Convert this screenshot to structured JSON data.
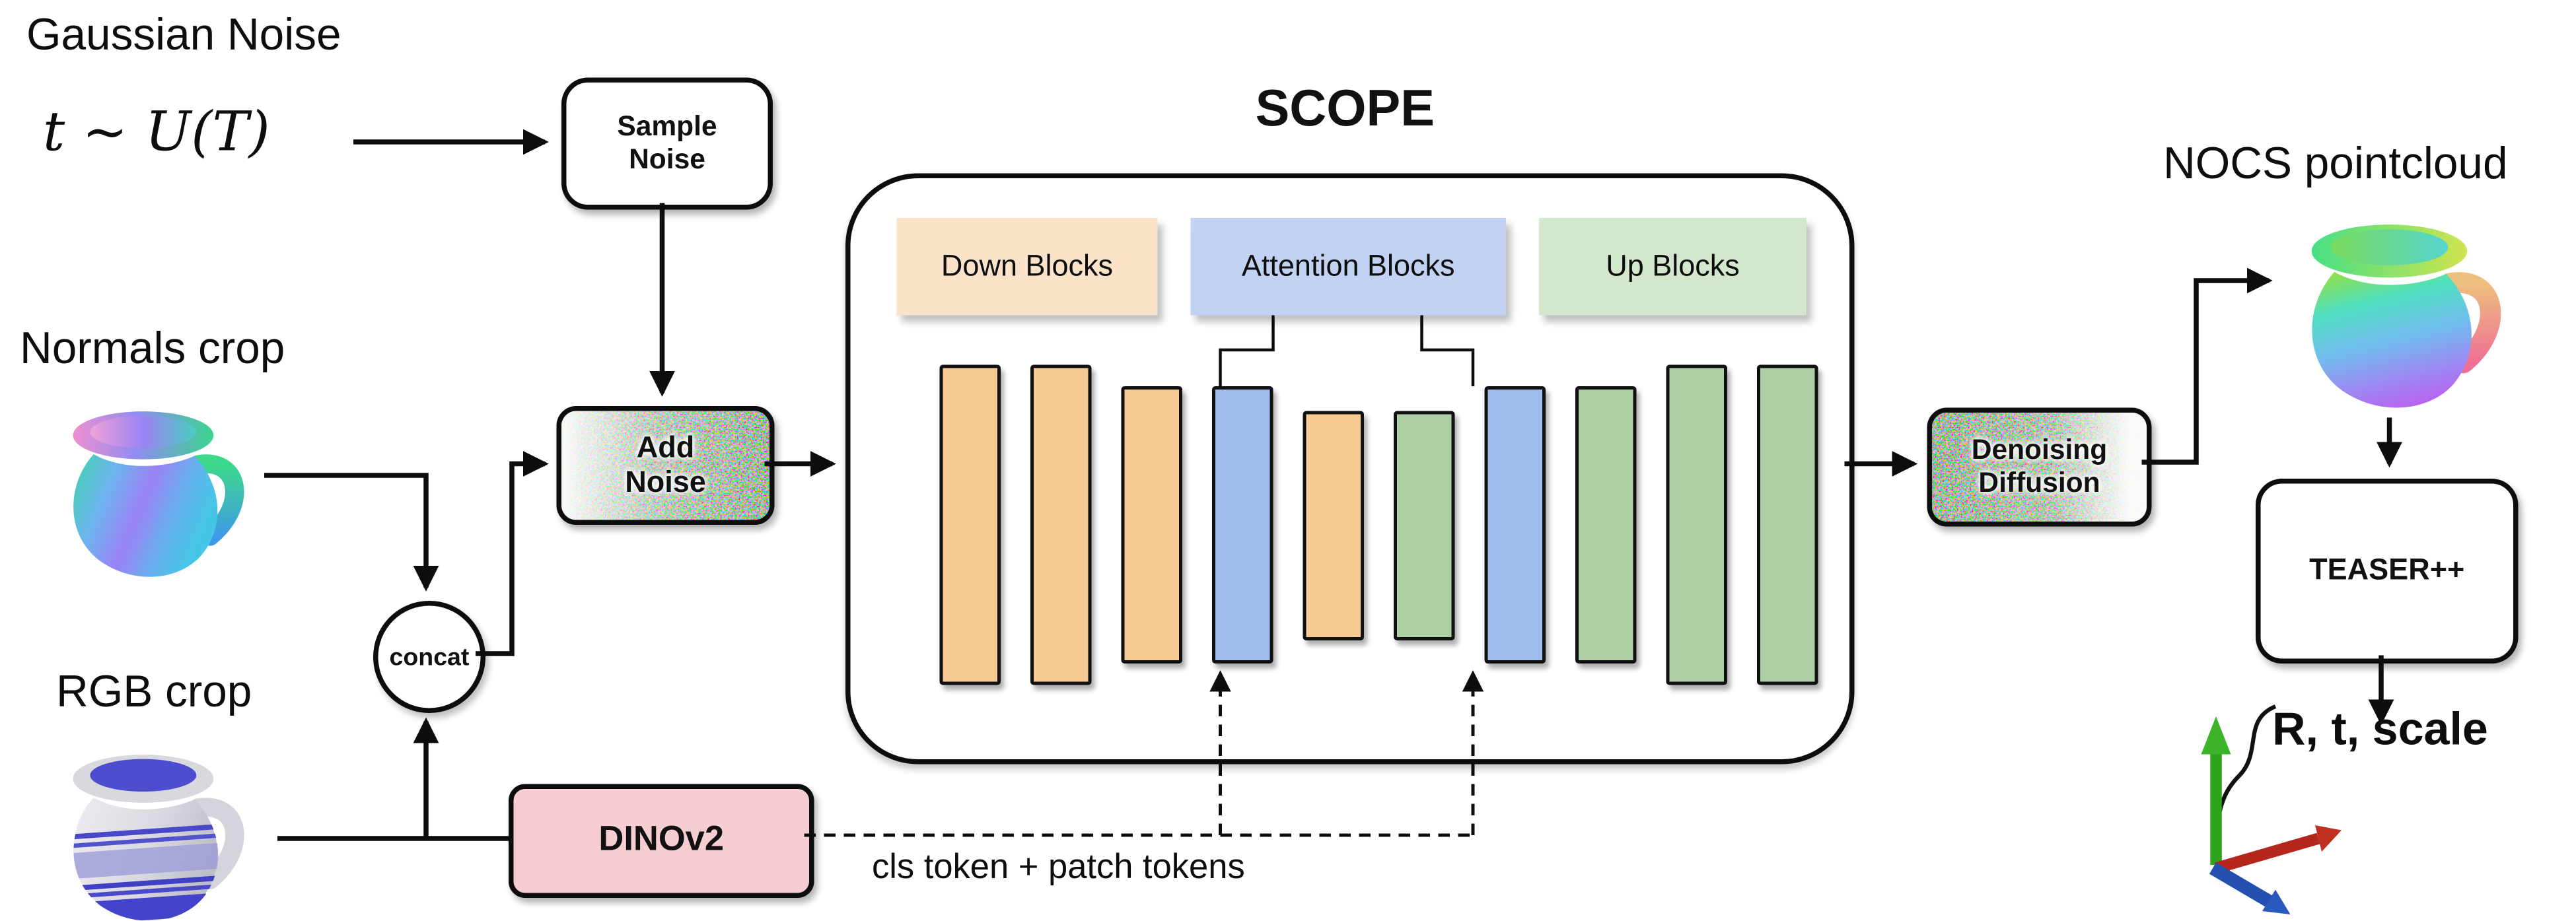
{
  "inputs": {
    "gaussian_noise_label": "Gaussian Noise",
    "timestep_formula": "t ~ U(T)",
    "normals_crop_label": "Normals crop",
    "rgb_crop_label": "RGB crop"
  },
  "nodes": {
    "sample_noise": {
      "line1": "Sample",
      "line2": "Noise"
    },
    "add_noise": {
      "line1": "Add",
      "line2": "Noise"
    },
    "concat": {
      "label": "concat"
    },
    "dinov2": {
      "label": "DINOv2"
    },
    "denoising_diffusion": {
      "line1": "Denoising",
      "line2": "Diffusion"
    },
    "teaser": {
      "label": "TEASER++"
    }
  },
  "scope": {
    "title": "SCOPE",
    "legend": [
      {
        "label": "Down Blocks",
        "color": "#fbe3c9"
      },
      {
        "label": "Attention Blocks",
        "color": "#c2d2f3"
      },
      {
        "label": "Up Blocks",
        "color": "#d2e7cc"
      }
    ],
    "bar_colors": {
      "down": "#f8c993",
      "attention": "#a0bcec",
      "up": "#acd0a3"
    },
    "bars": [
      {
        "type": "down",
        "size": "tall"
      },
      {
        "type": "down",
        "size": "tall"
      },
      {
        "type": "down",
        "size": "mid"
      },
      {
        "type": "attention",
        "size": "mid"
      },
      {
        "type": "down",
        "size": "short"
      },
      {
        "type": "up",
        "size": "short"
      },
      {
        "type": "attention",
        "size": "mid"
      },
      {
        "type": "up",
        "size": "mid"
      },
      {
        "type": "up",
        "size": "tall"
      },
      {
        "type": "up",
        "size": "tall"
      }
    ]
  },
  "annotations": {
    "tokens_label": "cls token + patch tokens"
  },
  "outputs": {
    "nocs_label": "NOCS pointcloud",
    "pose_label": "R, t, scale",
    "axis_colors": {
      "up": "#38a626",
      "right": "#b5271c",
      "front": "#2450b0"
    }
  }
}
